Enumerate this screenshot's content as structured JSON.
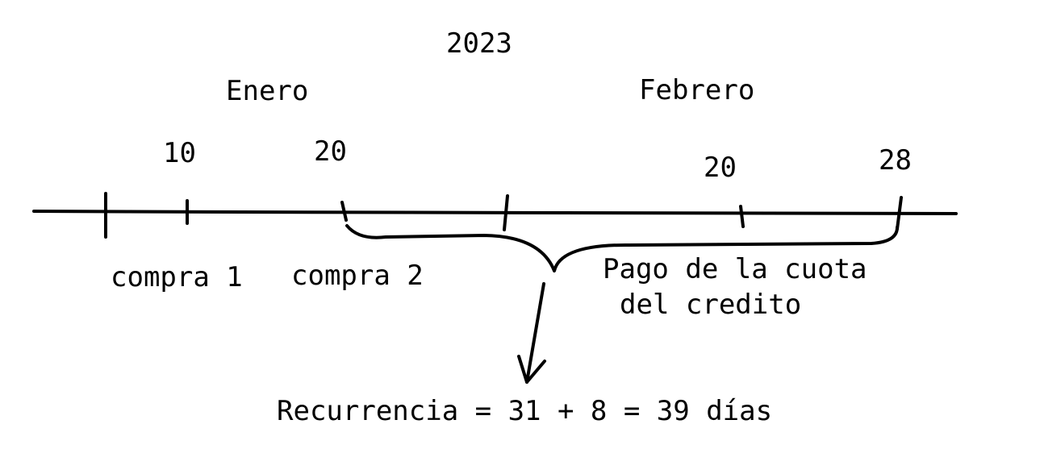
{
  "year": "2023",
  "months": {
    "january": "Enero",
    "february": "Febrero"
  },
  "days": {
    "jan_10": "10",
    "jan_20": "20",
    "feb_20": "20",
    "feb_28": "28"
  },
  "events": {
    "purchase_1": "compra 1",
    "purchase_2": "compra 2",
    "payment_line1": "Pago de la cuota",
    "payment_line2": "del credito"
  },
  "result": "Recurrencia = 31 + 8 = 39 días",
  "colors": {
    "ink": "#000000",
    "background": "#ffffff"
  }
}
